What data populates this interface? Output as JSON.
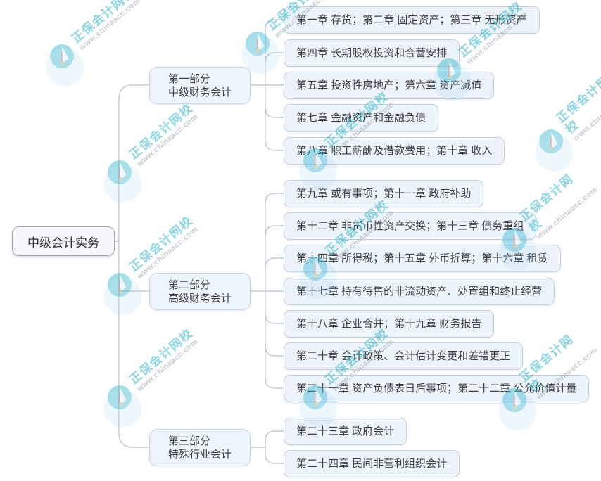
{
  "root": {
    "label": "中级会计实务"
  },
  "branches": [
    {
      "part": "第一部分",
      "name": "中级财务会计",
      "leaves": [
        "第一章 存货；第二章 固定资产；第三章 无形资产",
        "第四章 长期股权投资和合营安排",
        "第五章 投资性房地产；第六章 资产减值",
        "第七章 金融资产和金融负债",
        "第八章 职工薪酬及借款费用；第十章 收入"
      ]
    },
    {
      "part": "第二部分",
      "name": "高级财务会计",
      "leaves": [
        "第九章 或有事项；第十一章 政府补助",
        "第十二章 非货币性资产交换；第十三章 债务重组",
        "第十四章 所得税；第十五章 外币折算；第十六章 租赁",
        "第十七章 持有待售的非流动资产、处置组和终止经营",
        "第十八章 企业合并；第十九章 财务报告",
        "第二十章 会计政策、会计估计变更和差错更正",
        "第二十一章 资产负债表日后事项；第二十二章 公允价值计量"
      ]
    },
    {
      "part": "第三部分",
      "name": "特殊行业会计",
      "leaves": [
        "第二十三章 政府会计",
        "第二十四章 民间非营利组织会计"
      ]
    }
  ],
  "watermark": {
    "brand": "正保会计网校",
    "site": "www.chinaacc.com",
    "brand_color": "#2fb6cb",
    "site_color": "#9aa4b0"
  },
  "colors": {
    "line": "#b6c2cf",
    "node_fill": "#edf3fa",
    "node_border": "#c3d0e2",
    "text": "#3d4145"
  }
}
